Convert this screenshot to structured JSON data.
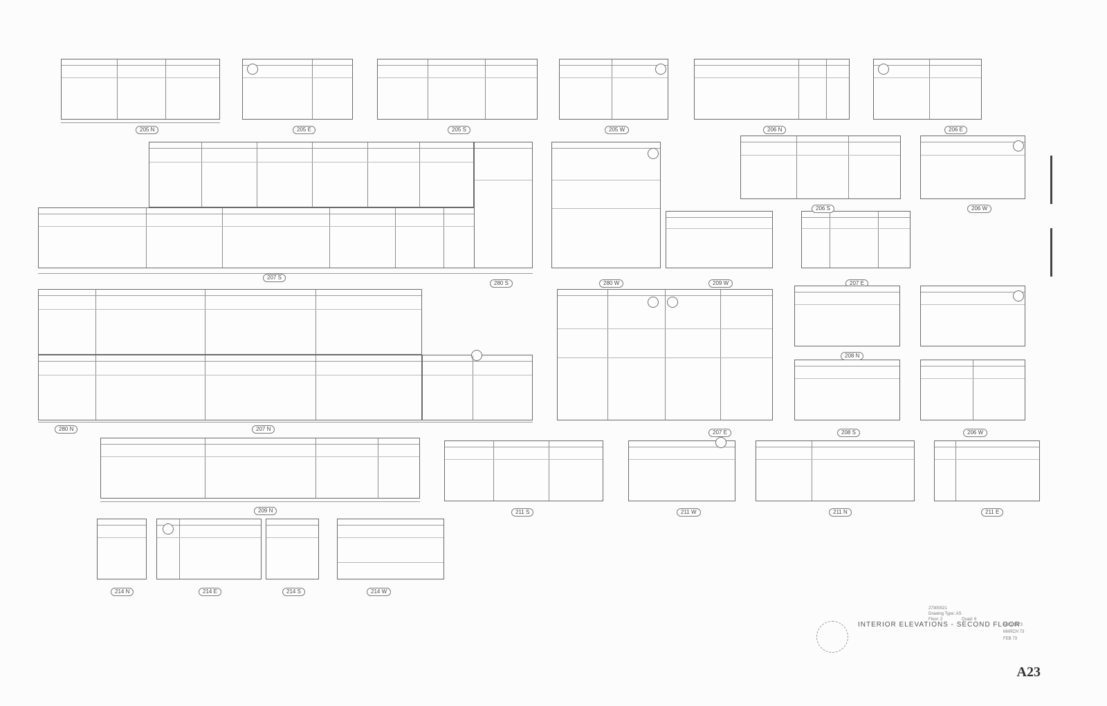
{
  "title_block": {
    "title": "INTERIOR ELEVATIONS - SECOND FLOOR",
    "drawing_id": "27300021",
    "drawing_type": "Drawing Type: AS",
    "floor": "Floor: 2",
    "quad": "Quad: 6",
    "date_1": "AUG 1973",
    "date_2": "MARCH 73",
    "date_3": "FEB 73",
    "sheet_number": "A23"
  },
  "room_labels": [
    "205 N",
    "205 E",
    "205 S",
    "205 W",
    "206 N",
    "206 E",
    "206 S",
    "206 W",
    "207 S",
    "280 S",
    "280 W",
    "209 W",
    "207 E",
    "208 N",
    "280 N",
    "207 N",
    "207 E",
    "208 S",
    "206 W",
    "209 N",
    "211 S",
    "211 W",
    "211 N",
    "211 E",
    "214 N",
    "214 E",
    "214 S",
    "214 W"
  ]
}
